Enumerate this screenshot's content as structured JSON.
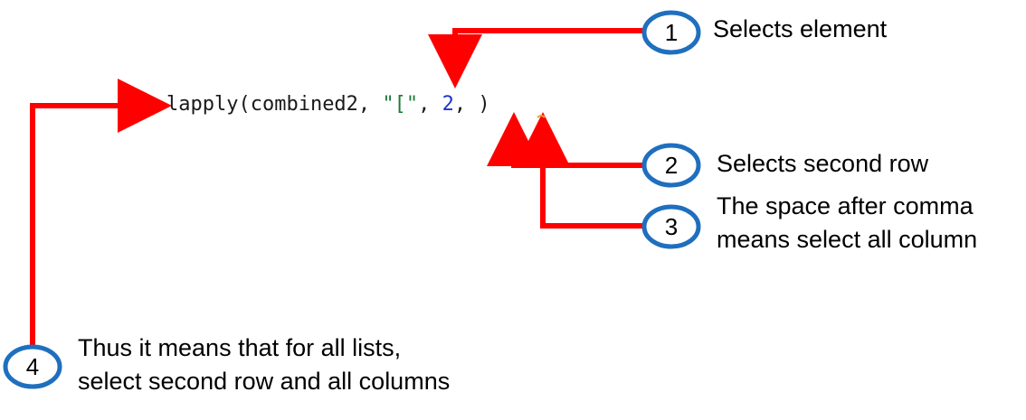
{
  "code": {
    "func": "lapply(",
    "arg1": "combined2, ",
    "string": "\"[\"",
    "sep": ", ",
    "number": "2",
    "rest": ", )"
  },
  "colors": {
    "arrow": "#ff0000",
    "badge_stroke": "#1f6fbf",
    "string": "#1d7a3a",
    "number": "#1f34c9"
  },
  "callouts": [
    {
      "number": "1",
      "lines": [
        "Selects element"
      ]
    },
    {
      "number": "2",
      "lines": [
        "Selects second row"
      ]
    },
    {
      "number": "3",
      "lines": [
        "The space after comma",
        "means select all column"
      ]
    },
    {
      "number": "4",
      "lines": [
        "Thus it means that for all lists,",
        "select second row and all columns"
      ]
    }
  ]
}
